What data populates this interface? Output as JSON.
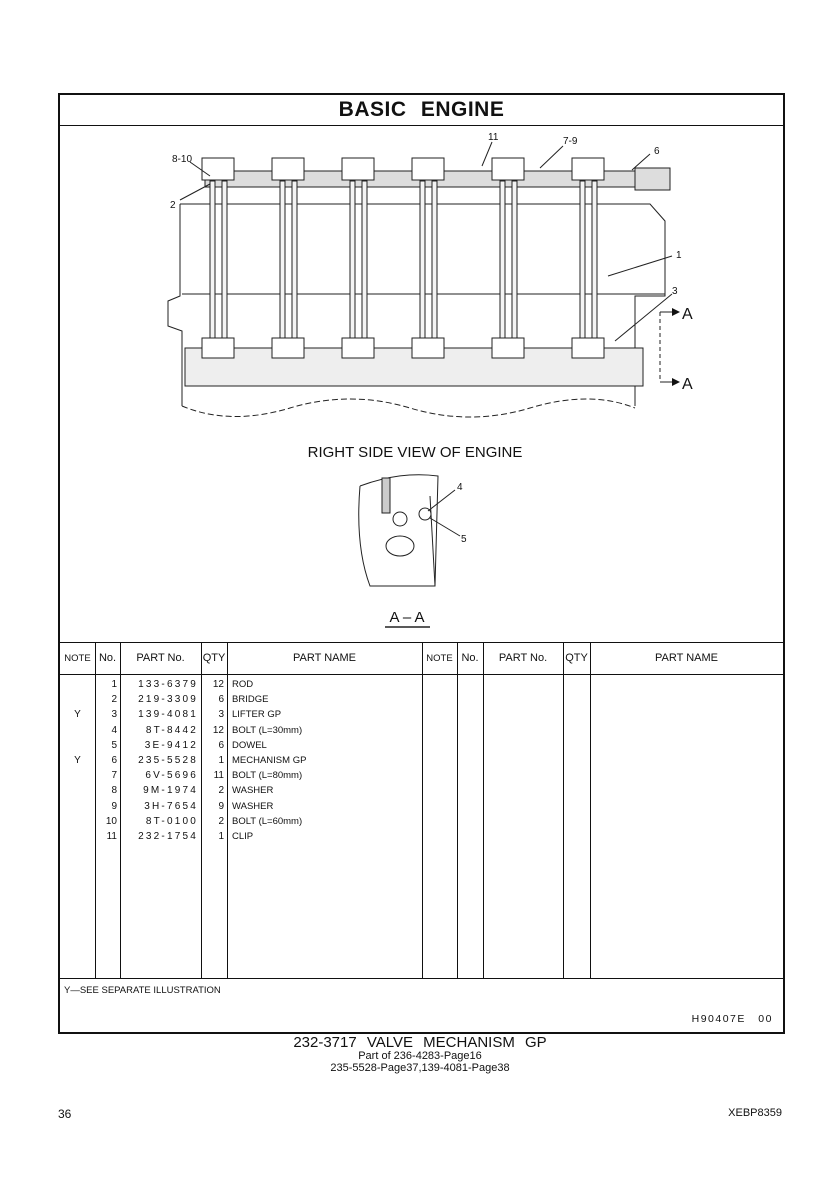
{
  "section_title": "BASIC ENGINE",
  "illustration": {
    "callouts": [
      "8-10",
      "2",
      "11",
      "7-9",
      "6",
      "1",
      "3",
      "4",
      "5"
    ],
    "section_marker": "A",
    "view_caption": "RIGHT SIDE VIEW OF ENGINE",
    "section_caption": "A – A"
  },
  "table": {
    "headers": {
      "note": "NOTE",
      "no": "No.",
      "part_no": "PART No.",
      "qty": "QTY",
      "part_name": "PART NAME"
    },
    "rows": [
      {
        "note": "",
        "no": "1",
        "part_no": "133-6379",
        "qty": "12",
        "name": "ROD"
      },
      {
        "note": "",
        "no": "2",
        "part_no": "219-3309",
        "qty": "6",
        "name": "BRIDGE"
      },
      {
        "note": "Y",
        "no": "3",
        "part_no": "139-4081",
        "qty": "3",
        "name": "LIFTER GP"
      },
      {
        "note": "",
        "no": "4",
        "part_no": "8T-8442",
        "qty": "12",
        "name": "BOLT (L=30mm)"
      },
      {
        "note": "",
        "no": "5",
        "part_no": "3E-9412",
        "qty": "6",
        "name": "DOWEL"
      },
      {
        "note": "Y",
        "no": "6",
        "part_no": "235-5528",
        "qty": "1",
        "name": "MECHANISM GP"
      },
      {
        "note": "",
        "no": "7",
        "part_no": "6V-5696",
        "qty": "11",
        "name": "BOLT (L=80mm)"
      },
      {
        "note": "",
        "no": "8",
        "part_no": "9M-1974",
        "qty": "2",
        "name": "WASHER"
      },
      {
        "note": "",
        "no": "9",
        "part_no": "3H-7654",
        "qty": "9",
        "name": "WASHER"
      },
      {
        "note": "",
        "no": "10",
        "part_no": "8T-0100",
        "qty": "2",
        "name": "BOLT (L=60mm)"
      },
      {
        "note": "",
        "no": "11",
        "part_no": "232-1754",
        "qty": "1",
        "name": "CLIP"
      }
    ],
    "footnote": "Y—SEE SEPARATE ILLUSTRATION",
    "drawing_code": "H90407E 00"
  },
  "caption": {
    "title": "232-3717 VALVE MECHANISM GP",
    "line1": "Part of 236-4283-Page16",
    "line2": "235-5528-Page37,139-4081-Page38"
  },
  "footer": {
    "page_number": "36",
    "doc_id": "XEBP8359"
  }
}
